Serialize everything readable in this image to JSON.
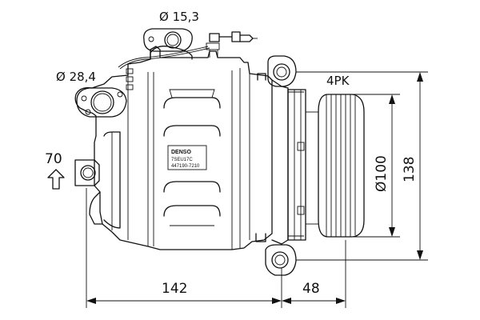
{
  "drawing": {
    "dimensions": {
      "port_large_diameter": "Ø 28,4",
      "port_small_diameter": "Ø 15,3",
      "pulley_grooves": "4PK",
      "mount_offset": "70",
      "body_length": "142",
      "clutch_length": "48",
      "pulley_diameter": "Ø100",
      "total_height": "138"
    },
    "nameplate": {
      "brand": "DENSO",
      "model": "7SEU17C",
      "part_number": "447190-7210"
    }
  }
}
